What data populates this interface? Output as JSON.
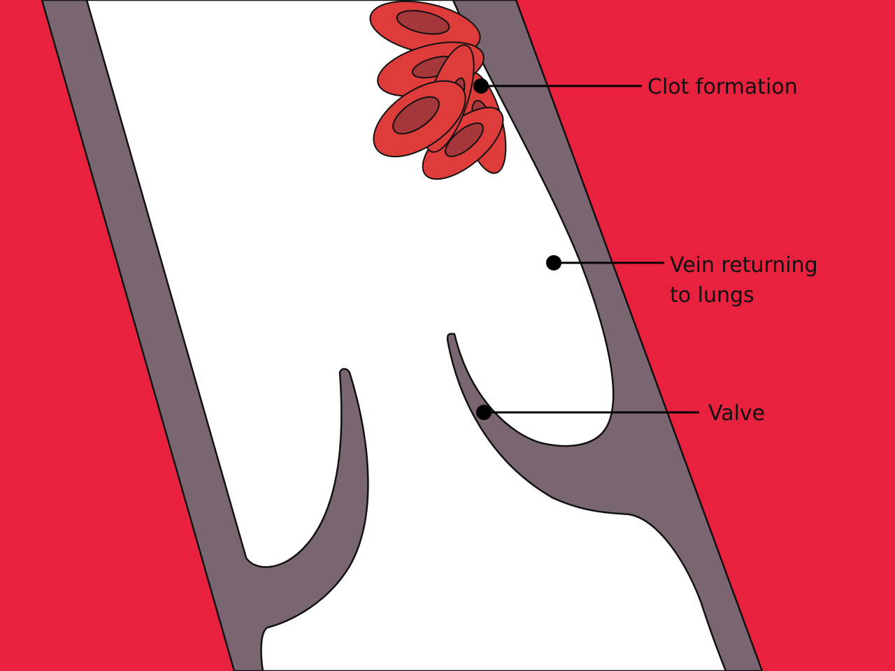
{
  "colors": {
    "tissue": "#E8213F",
    "vein_wall": "#7A6670",
    "lumen": "#FFFFFF",
    "outline": "#111111",
    "rbc": "#DE3B3B",
    "rbc_center": "#A3373A"
  },
  "labels": {
    "clot": "Clot formation",
    "vein_line1": "Vein returning",
    "vein_line2": "to lungs",
    "valve": "Valve"
  }
}
